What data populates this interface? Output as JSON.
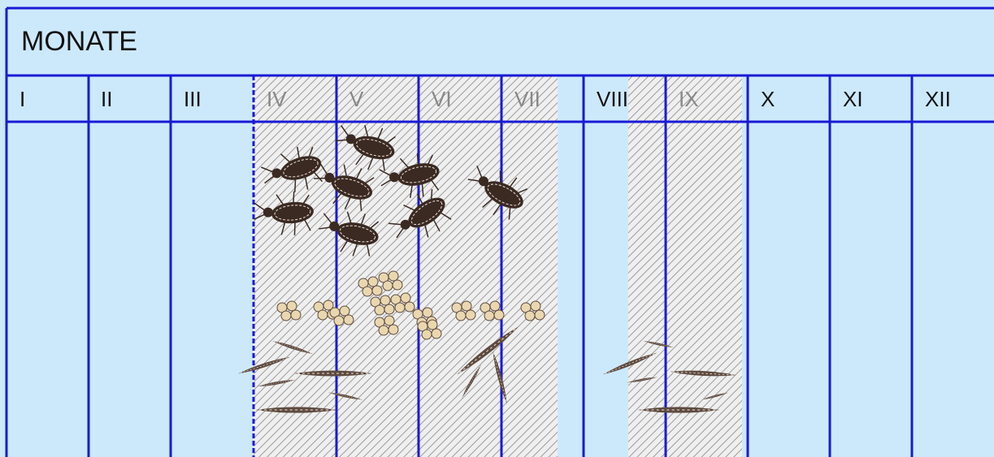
{
  "header": {
    "title": "MONATE"
  },
  "months": [
    {
      "label": "I",
      "active": false
    },
    {
      "label": "II",
      "active": false
    },
    {
      "label": "III",
      "active": false
    },
    {
      "label": "IV",
      "active": true
    },
    {
      "label": "V",
      "active": true
    },
    {
      "label": "VI",
      "active": true
    },
    {
      "label": "VII",
      "active": true
    },
    {
      "label": "VIII",
      "active": false
    },
    {
      "label": "IX",
      "active": true
    },
    {
      "label": "X",
      "active": false
    },
    {
      "label": "XI",
      "active": false
    },
    {
      "label": "XII",
      "active": false
    }
  ],
  "colors": {
    "background": "#cce9fb",
    "grid": "#1a1ad6",
    "hatch": "#9c9c9c",
    "beetle": "#3b2a22",
    "egg": "#e9d7b0",
    "larva": "#5e4a3f"
  },
  "icons": [
    "beetle-icon",
    "egg-cluster-icon",
    "larva-icon"
  ]
}
